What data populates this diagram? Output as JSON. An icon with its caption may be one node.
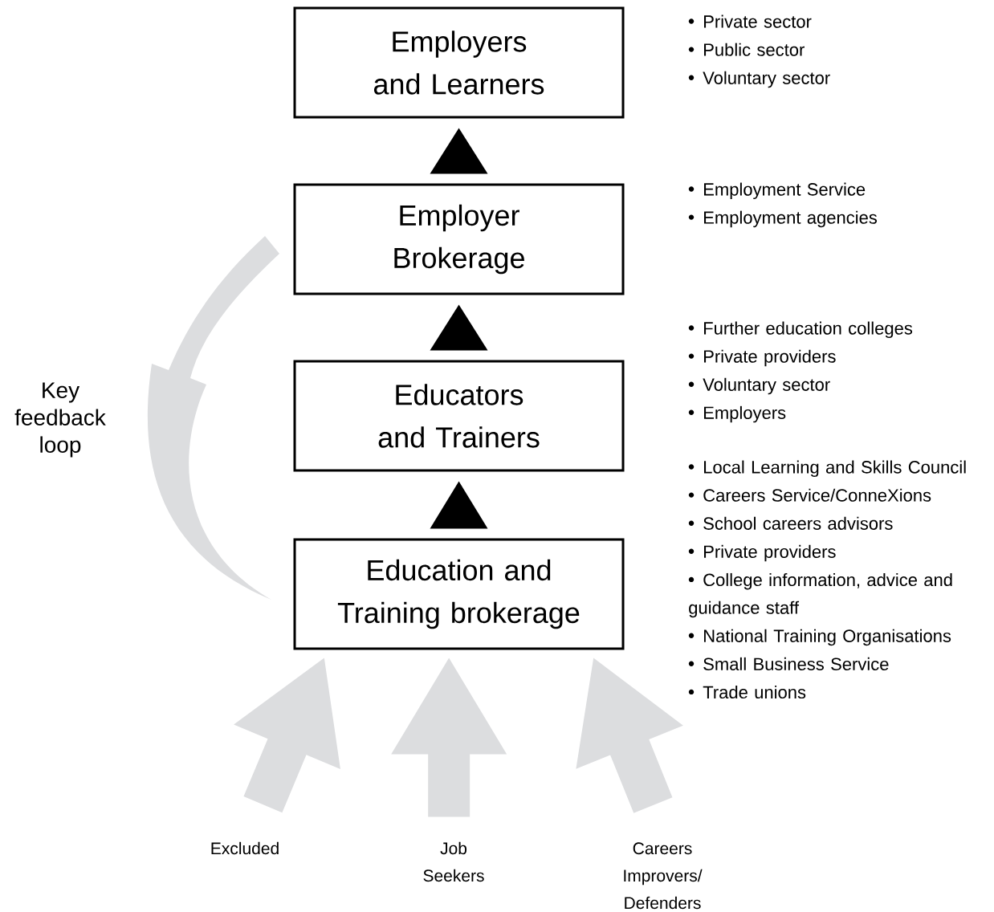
{
  "diagram": {
    "nodes": [
      {
        "text": [
          "Employers and Learners"
        ],
        "beside": [
          "Private sector",
          "Public sector",
          "Voluntary sector"
        ]
      },
      {
        "text": [
          "Employer Brokerage"
        ],
        "beside": [
          "Employment Service",
          "Employment agencies"
        ]
      },
      {
        "text": [
          "Educators and Trainers"
        ],
        "beside": [
          "Further education colleges",
          "Private providers",
          "Voluntary sector",
          "Employers"
        ]
      },
      {
        "text": [
          "Education and Training brokerage"
        ],
        "beside": [
          "Local Learning and Skills Council",
          "Careers Service/ConneXions",
          "School careers advisors",
          "Private providers",
          "College information, advice and guidance staff",
          "National Training Organisations",
          "Small Business Service",
          "Trade unions"
        ]
      },
      {
        "text": [
          "Excluded"
        ]
      },
      {
        "text": [
          "Job Seekers"
        ]
      },
      {
        "text": [
          "Careers Improvers/ Defenders"
        ]
      }
    ],
    "edges": [
      {
        "from": 3,
        "to": 2,
        "arrow": "to",
        "color": "#000000"
      },
      {
        "from": 2,
        "to": 1,
        "arrow": "to",
        "color": "#000000"
      },
      {
        "from": 1,
        "to": 0,
        "arrow": "to",
        "color": "#000000"
      },
      {
        "from": 4,
        "to": 3,
        "arrow": "to",
        "style": "thick",
        "color": "#dcdddf"
      },
      {
        "from": 5,
        "to": 3,
        "arrow": "to",
        "style": "thick",
        "color": "#dcdddf"
      },
      {
        "from": 6,
        "to": 3,
        "arrow": "to",
        "style": "thick",
        "color": "#dcdddf"
      },
      {
        "from": 1,
        "to": 3,
        "arrow": "to",
        "style": "thick",
        "color": "#dcdddf"
      }
    ],
    "labels": [
      "Key feedback loop"
    ]
  }
}
